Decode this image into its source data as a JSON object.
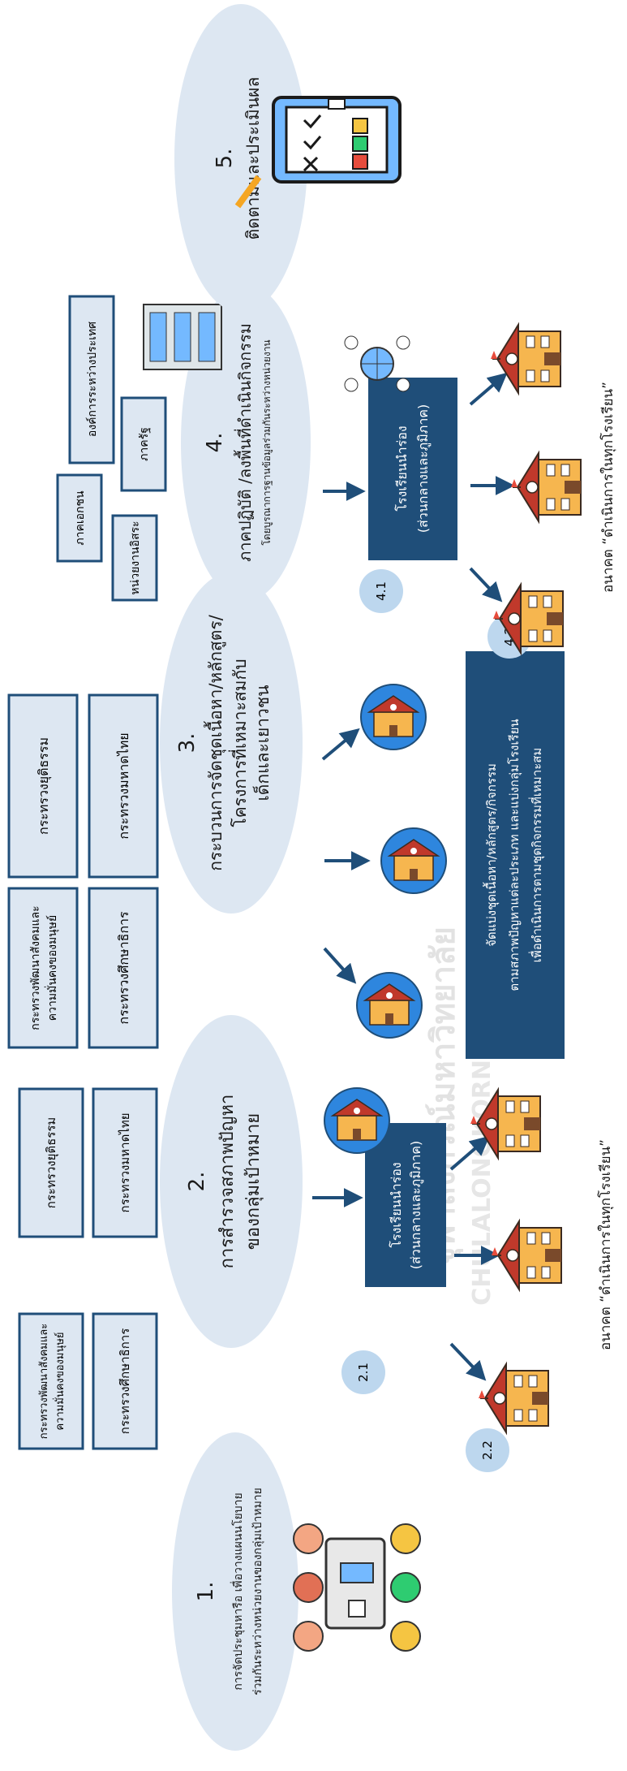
{
  "steps": [
    {
      "number": "1.",
      "lines": [
        "การจัดประชุมหารือ เพื่อวางแผนนโยบาย",
        "ร่วมกันระหว่างหน่วยงานของกลุ่มเป้าหมาย"
      ]
    },
    {
      "number": "2.",
      "lines": [
        "การสำรวจสภาพปัญหา",
        "ของกลุ่มเป้าหมาย"
      ]
    },
    {
      "number": "3.",
      "lines": [
        "กระบวนการจัดชุดเนื้อหา/หลักสูตร/",
        "โครงการที่เหมาะสมกับ",
        "เด็กและเยาวชน"
      ]
    },
    {
      "number": "4.",
      "lines": [
        "ภาคปฏิบัติ /ลงพื้นที่ดำเนินกิจกรรม",
        "โดยบูรณาการฐานข้อมูลร่วมกันระหว่างหน่วยงาน"
      ]
    },
    {
      "number": "5.",
      "lines": [
        "ติดตามและประเมินผล"
      ]
    }
  ],
  "ministries": {
    "social_development": [
      "กระทรวงพัฒนาสังคมและ",
      "ความมั่นคงของมนุษย์"
    ],
    "justice": "กระทรวงยุติธรรม",
    "education": "กระทรวงศึกษาธิการ",
    "interior": "กระทรวงมหาดไทย"
  },
  "partners": {
    "private": "ภาคเอกชน",
    "independent": "หน่วยงานอิสระ",
    "state": "ภาครัฐ",
    "international": "องค์การระหว่างประเทศ"
  },
  "pilot_school": [
    "โรงเรียนนำร่อง",
    "(ส่วนกลางและภูมิภาค)"
  ],
  "badges": {
    "b21": "2.1",
    "b22": "2.2",
    "b41": "4.1",
    "b42": "4.2"
  },
  "content_box": [
    "จัดแบ่งชุดเนื้อหา/หลักสูตร/กิจกรรม",
    "ตามสภาพปัญหาแต่ละประเภท และแบ่งกลุ่มโรงเรียน",
    "เพื่อดำเนินการตามชุดกิจกรรมที่เหมาะสม"
  ],
  "future_note": "อนาคต  “ดำเนินการในทุกโรงเรียน”",
  "watermark": {
    "th": "จุฬาลงกรณ์มหาวิทยาลัย",
    "en": "CHULALONGKORN UNIVERSITY"
  },
  "colors": {
    "ellipse": "#dde7f2",
    "box_border": "#1f4e79",
    "dark_box": "#1f4e79",
    "arrow": "#1f4e79",
    "badge": "#bdd7ee"
  },
  "icons": [
    "meeting-people-icon",
    "school-circle-icon",
    "school-building-icon",
    "buildings-network-icon",
    "globe-network-icon",
    "checklist-clipboard-icon"
  ]
}
